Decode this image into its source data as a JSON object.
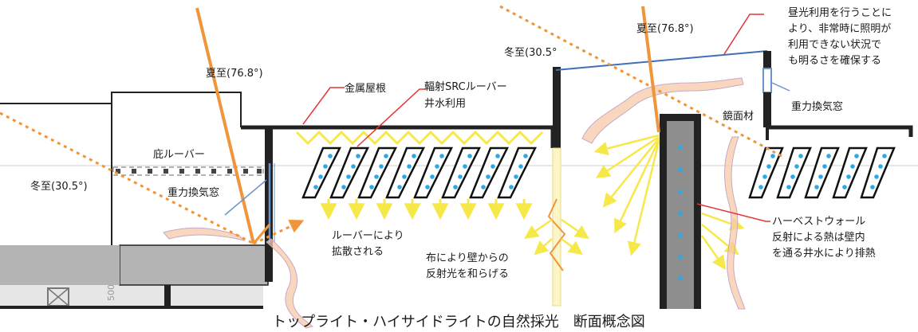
{
  "caption": "トップライト・ハイサイドライトの自然採光　断面概念図",
  "angles": {
    "summer_left": "夏至(76.8°)",
    "winter_left": "冬至(30.5°)",
    "winter_right": "冬至(30.5°",
    "summer_right": "夏至(76.8°)"
  },
  "labels": {
    "metal_roof": "金属屋根",
    "radiant_louver_1": "輻射SRCルーバー",
    "radiant_louver_2": "井水利用",
    "eave_louver": "庇ルーバー",
    "gravity_window_left": "重力換気窓",
    "diffuse_1": "ルーバーにより",
    "diffuse_2": "拡散される",
    "cloth_1": "布により壁からの",
    "cloth_2": "反射光を和らげる",
    "mirror": "鏡面材",
    "gravity_window_right": "重力換気窓",
    "harvest_1": "ハーベストウォール",
    "harvest_2": "反射による熱は壁内",
    "harvest_3": "を通る井水により排熱",
    "daylight_1": "昼光利用を行うことに",
    "daylight_2": "より、非常時に照明が",
    "daylight_3": "利用できない状況で",
    "daylight_4": "も明るさを確保する",
    "bg_number": "500"
  },
  "colors": {
    "structure": "#222222",
    "sun_ray": "#f0953a",
    "light_ray": "#f7e84a",
    "airflow": "#f6c9a8",
    "airflow_edge": "#c9a7c9",
    "water_dot": "#2ea9e6",
    "leader_line": "#e63333",
    "glass_blue": "#6a93c9",
    "concrete": "#b4b4b4",
    "harvest_wall": "#8e8e8e",
    "cloth": "#fbf5c8"
  },
  "icons": {
    "water_pipe": "water-dot-icon",
    "sun": "sun-ray-icon",
    "light": "light-arrow-icon",
    "airflow": "airflow-icon"
  }
}
